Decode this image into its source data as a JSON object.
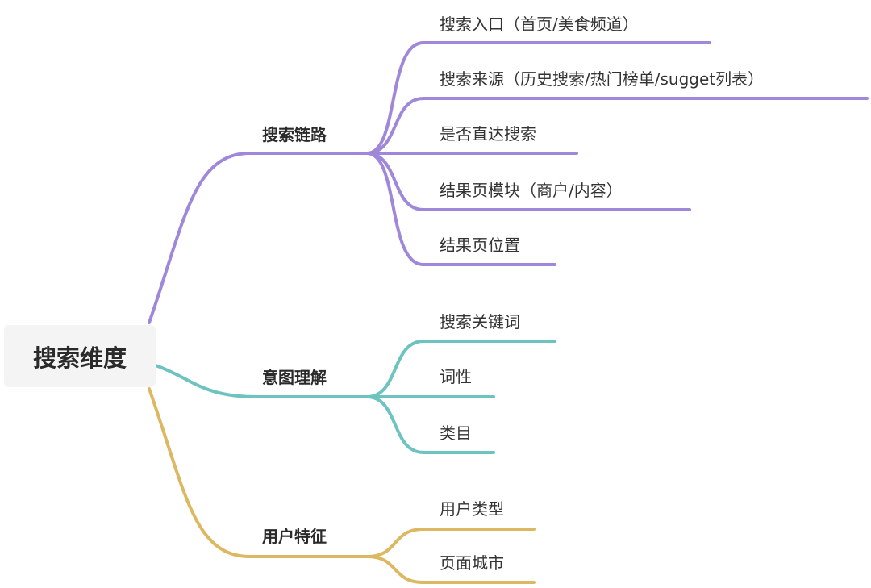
{
  "root": {
    "label": "搜索维度"
  },
  "colors": {
    "purple": "#9f88d9",
    "teal": "#6cc3bf",
    "gold": "#dcb862",
    "root_bg": "#f4f4f4"
  },
  "branches": [
    {
      "label": "搜索链路",
      "children": [
        "搜索入口（首页/美食频道）",
        "搜索来源（历史搜索/热门榜单/sugget列表）",
        "是否直达搜索",
        "结果页模块（商户/内容）",
        "结果页位置"
      ]
    },
    {
      "label": "意图理解",
      "children": [
        "搜索关键词",
        "词性",
        "类目"
      ]
    },
    {
      "label": "用户特征",
      "children": [
        "用户类型",
        "页面城市"
      ]
    }
  ]
}
